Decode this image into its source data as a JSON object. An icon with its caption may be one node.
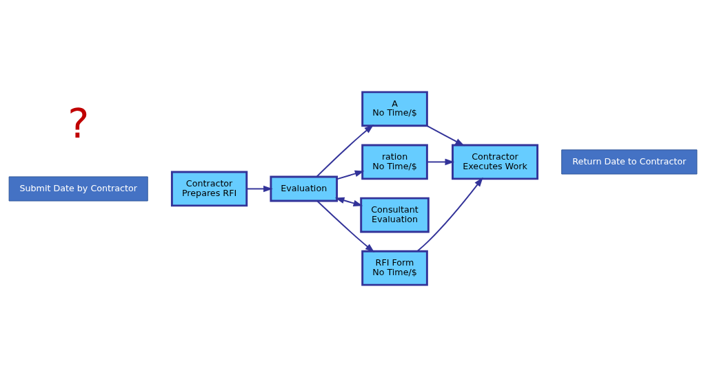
{
  "diagram": {
    "nodes": [
      {
        "text": [
          "Submit Date by Contractor"
        ]
      },
      {
        "text": [
          "Contractor",
          "Prepares RFI"
        ]
      },
      {
        "text": [
          "Evaluation"
        ]
      },
      {
        "text": [
          "A",
          "No Time/$"
        ]
      },
      {
        "text": [
          "ration",
          "No Time/$"
        ]
      },
      {
        "text": [
          "Consultant",
          "Evaluation"
        ]
      },
      {
        "text": [
          "RFI Form",
          "No Time/$"
        ]
      },
      {
        "text": [
          "Contractor",
          "Executes Work"
        ]
      },
      {
        "text": [
          "Return Date to Contractor"
        ]
      }
    ],
    "edges": [
      {
        "from": 1,
        "to": 2,
        "arrow": "to"
      },
      {
        "from": 2,
        "to": 3,
        "arrow": "to"
      },
      {
        "from": 3,
        "to": 7,
        "arrow": "to"
      },
      {
        "from": 2,
        "to": 4,
        "arrow": "to"
      },
      {
        "from": 4,
        "to": 7,
        "arrow": "to"
      },
      {
        "from": 2,
        "to": 5,
        "arrow": "both"
      },
      {
        "from": 2,
        "to": 6,
        "arrow": "to"
      },
      {
        "from": 6,
        "to": 7,
        "arrow": "to"
      }
    ],
    "labels": [
      "?"
    ]
  }
}
